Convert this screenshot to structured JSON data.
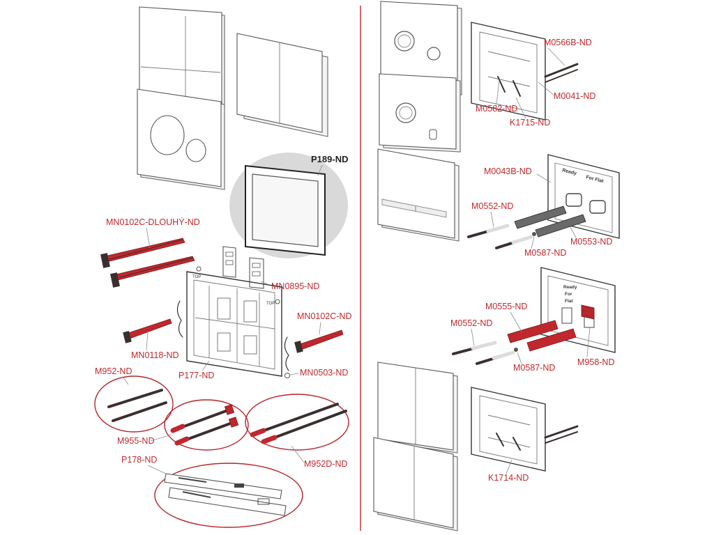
{
  "labels": {
    "p189": "P189-ND",
    "mn0102c_dlouhy": "MN0102C-DLOUHÝ-ND",
    "mn0895": "MN0895-ND",
    "mn0118": "MN0118-ND",
    "mn0102c": "MN0102C-ND",
    "p177": "P177-ND",
    "mn0503": "MN0503-ND",
    "m952": "M952-ND",
    "m955": "M955-ND",
    "m952d": "M952D-ND",
    "p178": "P178-ND",
    "m0566b": "M0566B-ND",
    "m0041": "M0041-ND",
    "m0582": "M0582-ND",
    "k1715": "K1715-ND",
    "m0043b": "M0043B-ND",
    "m0552_a": "M0552-ND",
    "m0553": "M0553-ND",
    "m0587_a": "M0587-ND",
    "m0555": "M0555-ND",
    "m0552_b": "M0552-ND",
    "m0587_b": "M0587-ND",
    "m958": "M958-ND",
    "k1714": "K1714-ND"
  },
  "frame_prints": {
    "top_left": "TOP",
    "top_right": "TOP",
    "rfp_1": "Ready",
    "rfp_2": "For Flat",
    "rfp_v1": "Ready",
    "rfp_v2": "For",
    "rfp_v3": "Flat"
  },
  "colors": {
    "label": "#c0282d",
    "accent_part": "#c0282d",
    "divider": "#c0282d",
    "highlight_bg": "#d9d9d9"
  }
}
